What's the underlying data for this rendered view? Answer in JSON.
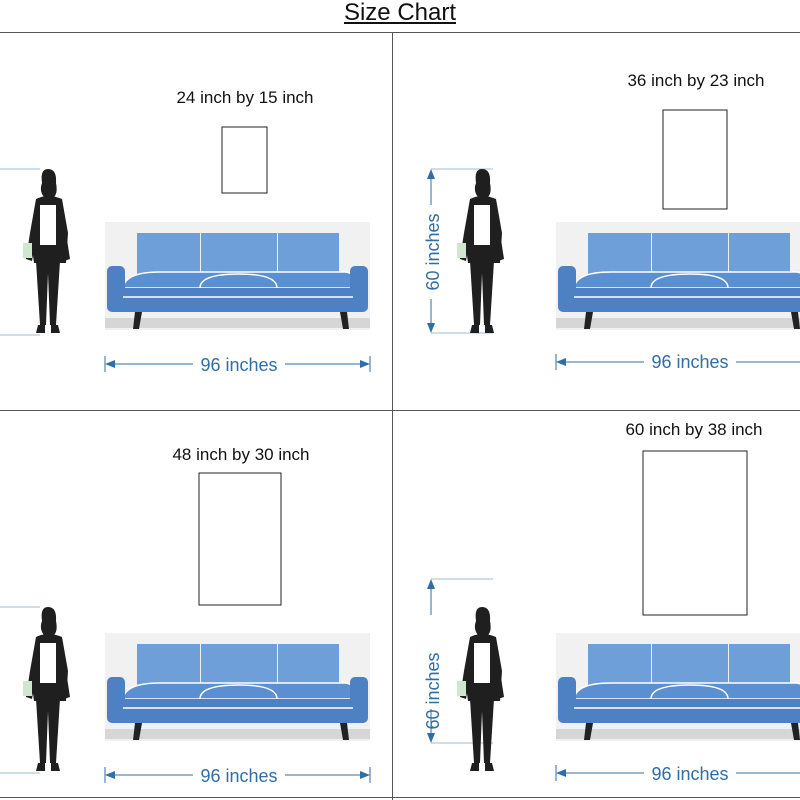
{
  "title": "Size Chart",
  "panels": [
    {
      "size_label": "24 inch by 15 inch",
      "width_label": "96 inches",
      "height_label": ""
    },
    {
      "size_label": "36 inch by 23 inch",
      "width_label": "96 inches",
      "height_label": "60 inches"
    },
    {
      "size_label": "48 inch by 30 inch",
      "width_label": "96 inches",
      "height_label": ""
    },
    {
      "size_label": "60 inch by 38 inch",
      "width_label": "96 inches",
      "height_label": "60 inches"
    }
  ],
  "colors": {
    "sofa_back": "#6f9fd8",
    "sofa_seat": "#5a8fd1",
    "sofa_frame": "#4e80c4",
    "wall": "#f1f1f1",
    "floor": "#d6d6d6",
    "dimension": "#2f6ea6",
    "silhouette": "#1f1f1f"
  }
}
